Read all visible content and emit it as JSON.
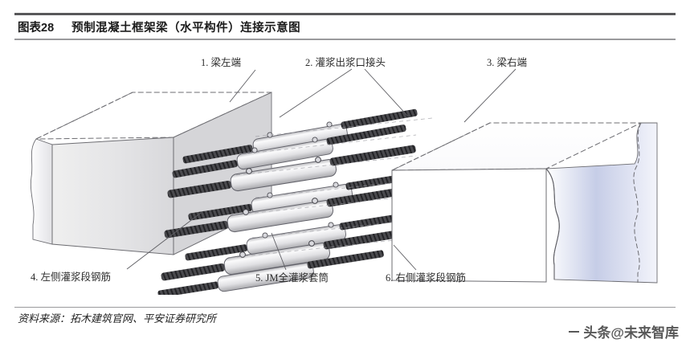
{
  "header": {
    "figure_number": "图表28",
    "title": "预制混凝土框架梁（水平构件）连接示意图"
  },
  "figure": {
    "alt_name": "precast-concrete-beam-grout-sleeve-connection-diagram",
    "labels": [
      {
        "id": "1",
        "text": "1. 梁左端"
      },
      {
        "id": "2",
        "text": "2. 灌浆出浆口接头"
      },
      {
        "id": "3",
        "text": "3. 梁右端"
      },
      {
        "id": "4",
        "text": "4. 左侧灌浆段钢筋"
      },
      {
        "id": "5",
        "text": "5. JM全灌浆套筒"
      },
      {
        "id": "6",
        "text": "6. 右侧灌浆段钢筋"
      }
    ],
    "colors": {
      "beam_face": "#e2e2e4",
      "beam_top": "#ffffff",
      "outline": "#6d6d72",
      "sleeve": "#e8e8ea",
      "rebar": "#5a5a5e",
      "torn_edge_gradient_start": "#c4cbe6",
      "torn_edge_gradient_end": "#ffffff"
    }
  },
  "footer": {
    "source": "资料来源：拓木建筑官网、平安证券研究所",
    "watermark": "头条@未来智库"
  }
}
